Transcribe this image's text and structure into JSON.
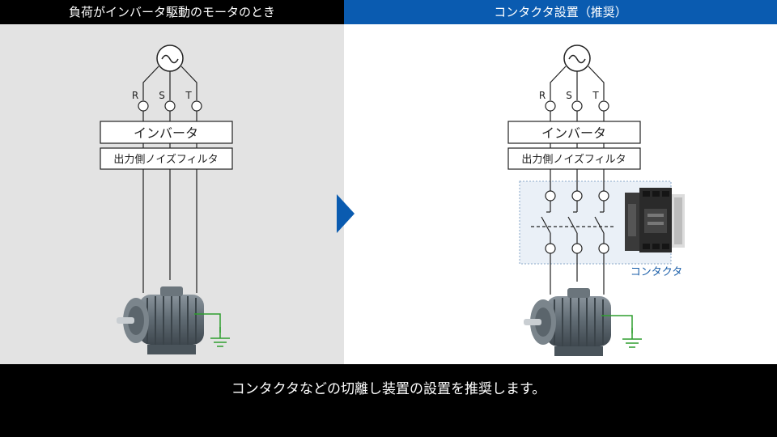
{
  "header": {
    "left_title": "負荷がインバータ駆動のモータのとき",
    "right_title": "コンタクタ設置（推奨）"
  },
  "diagram": {
    "phases": [
      "R",
      "S",
      "T"
    ],
    "inverter_label": "インバータ",
    "filter_label": "出力側ノイズフィルタ",
    "contactor_label": "コンタクタ"
  },
  "footer": {
    "caption": "コンタクタなどの切離し装置の設置を推奨します。"
  },
  "colors": {
    "left_bg": "#e3e3e3",
    "right_header_bg": "#0a5bb0",
    "arrow": "#0a5bb0",
    "ground": "#2e9e2e",
    "contactor_label": "#1a5ea8"
  }
}
